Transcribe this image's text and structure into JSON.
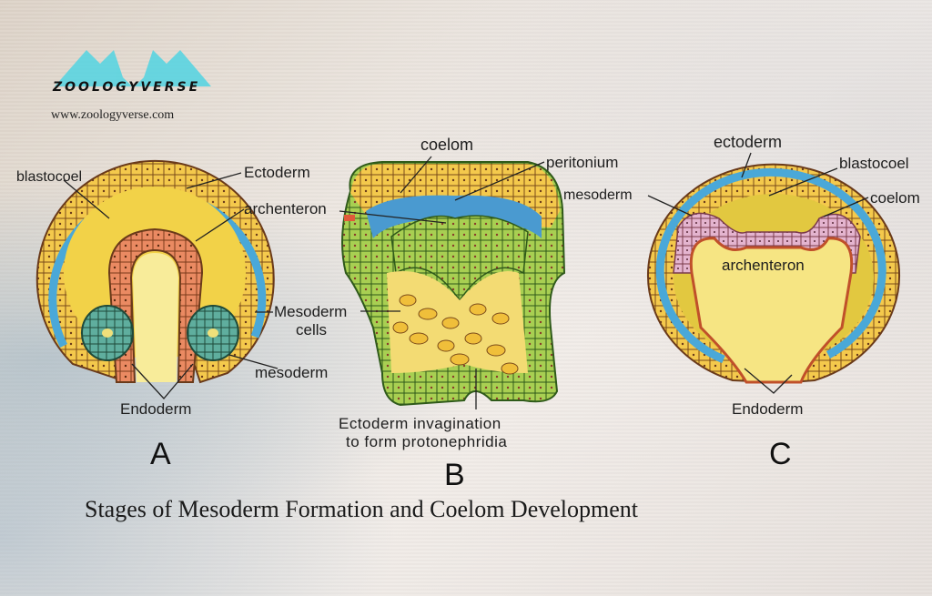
{
  "logo": {
    "name": "ZOOLOGYVERSE",
    "url": "www.zoologyverse.com",
    "icon": "twin-wolf-heads-icon",
    "color": "#4fd3e0"
  },
  "title": "Stages of Mesoderm Formation and Coelom Development",
  "stages": {
    "a": {
      "letter": "A",
      "labels": {
        "blastocoel": "blastocoel",
        "ectoderm": "Ectoderm",
        "archenteron": "archenteron",
        "mesoderm_cells": "Mesoderm",
        "mesoderm_cells_2": "cells",
        "mesoderm": "mesoderm",
        "endoderm": "Endoderm"
      }
    },
    "b": {
      "letter": "B",
      "labels": {
        "coelom": "coelom",
        "peritonium": "peritonium",
        "invagination_1": "Ectoderm  invagination",
        "invagination_2": "to  form  protonephridia"
      }
    },
    "c": {
      "letter": "C",
      "labels": {
        "ectoderm": "ectoderm",
        "blastocoel": "blastocoel",
        "mesoderm": "mesoderm",
        "coelom": "coelom",
        "archenteron": "archenteron",
        "endoderm": "Endoderm"
      }
    }
  },
  "colors": {
    "ectoderm": "#f2c84b",
    "blastocoel_fill": "#f0d34a",
    "coelom_blue": "#4aa8d8",
    "endoderm_a": "#e8805a",
    "mesoderm_teal": "#5aa89a",
    "green_cells": "#9cc94c",
    "pink_mesoderm": "#e0b0cc",
    "outline": "#6a3a1a"
  }
}
